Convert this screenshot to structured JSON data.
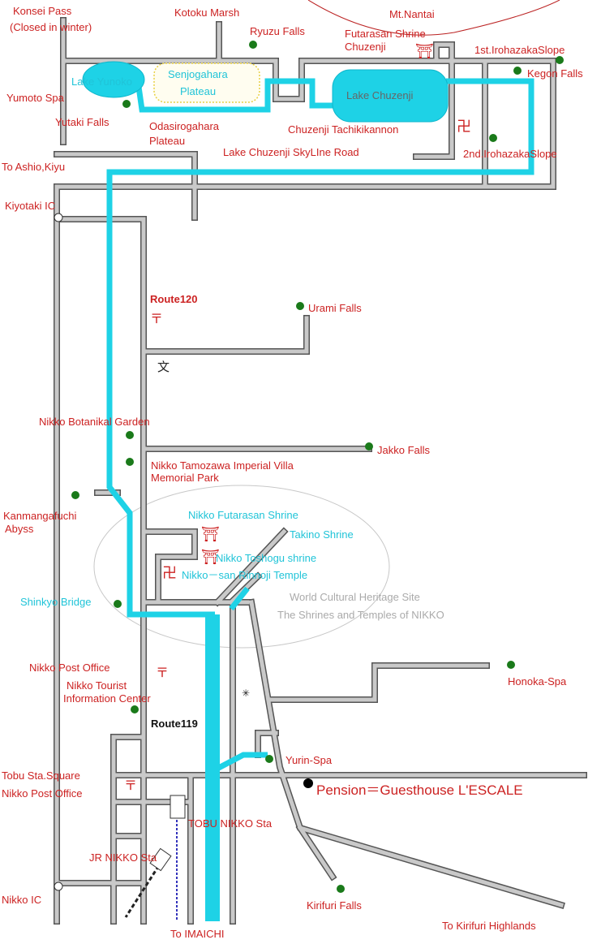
{
  "labels": {
    "mt_nantai": "Mt.Nantai",
    "konsei_pass": "Konsei Pass",
    "konsei_closed": "(Closed in winter)",
    "kotoku_marsh": "Kotoku Marsh",
    "ryuzu_falls": "Ryuzu Falls",
    "futarasan_chuzenji_1": "Futarasan Shrine",
    "futarasan_chuzenji_2": "Chuzenji",
    "irohazaka_1st": "1st.IrohazakaSlope",
    "kegon_falls": "Kegon Falls",
    "lake_yunoko": "Lake Yunoko",
    "senjogahara_1": "Senjogahara",
    "senjogahara_2": "Plateau",
    "lake_chuzenji": "Lake Chuzenji",
    "yumoto_spa": "Yumoto Spa",
    "yutaki_falls": "Yutaki Falls",
    "odasirogahara_1": "Odasirogahara",
    "odasirogahara_2": "Plateau",
    "chuzenji_tachikikannon": "Chuzenji Tachikikannon",
    "skyline_road": "Lake Chuzenji SkyLIne Road",
    "irohazaka_2nd": "2nd.IrohazakaSlope",
    "to_ashio": "To Ashio,Kiyu",
    "kiyotaki_ic": "Kiyotaki IC",
    "route120": "Route120",
    "urami_falls": "Urami Falls",
    "botanical_garden": "Nikko Botanikal Garden",
    "jakko_falls": "Jakko Falls",
    "tamozawa_1": "Nikko Tamozawa Imperial Villa",
    "tamozawa_2": "Memorial Park",
    "kanmangafuchi_1": "Kanmangafuchi",
    "kanmangafuchi_2": "Abyss",
    "futarasan_shrine": "Nikko Futarasan Shrine",
    "takino_shrine": "Takino Shrine",
    "toshogu_shrine": "Nikko Toshogu shrine",
    "rinnoji_temple": "Nikko－san Rinnoji Temple",
    "shinkyo_bridge": "Shinkyo Bridge",
    "heritage_1": "World Cultural Heritage Site",
    "heritage_2": "The Shrines and Temples of NIKKO",
    "nikko_post_office": "Nikko Post Office",
    "tourist_info_1": "Nikko Tourist",
    "tourist_info_2": "Information Center",
    "honoka_spa": "Honoka-Spa",
    "route119": "Route119",
    "yurin_spa": "Yurin-Spa",
    "pension": "Pension＝Guesthouse L'ESCALE",
    "tobu_square": "Tobu Sta.Square",
    "nikko_post_office_2": "Nikko Post Office",
    "tobu_nikko_sta": "TOBU NIKKO Sta",
    "jr_nikko_sta": "JR NIKKO Sta",
    "nikko_ic": "Nikko IC",
    "kirifuri_falls": "Kirifuri Falls",
    "to_kirifuri_highlands": "To Kirifuri Highlands",
    "to_imaichi": "To IMAICHI"
  },
  "symbols": {
    "torii": "⛩",
    "manji": "卍",
    "post": "〒",
    "school": "文",
    "police": "✳"
  },
  "colors": {
    "road_outline": "#555555",
    "road_fill": "#c9c9c9",
    "water": "#1ed2e6",
    "poi": "#1a7a1a",
    "label_red": "#cc2222",
    "label_cyan": "#20c4d8"
  }
}
